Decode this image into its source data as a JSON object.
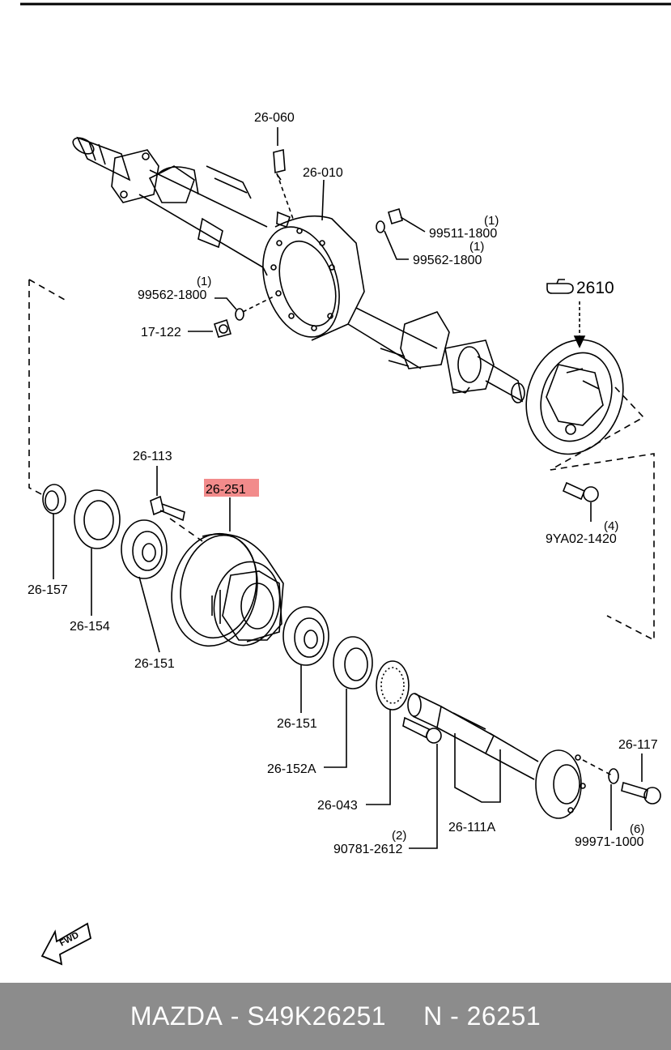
{
  "labels": {
    "p26_060": "26-060",
    "p26_010": "26-010",
    "p99511_1800": "99511-1800",
    "p99511_qty": "(1)",
    "p99562_1800_right": "99562-1800",
    "p99562_right_qty": "(1)",
    "p99562_1800_left": "99562-1800",
    "p99562_left_qty": "(1)",
    "p17_122": "17-122",
    "ref_2610": "2610",
    "p26_113": "26-113",
    "p26_251": "26-251",
    "p26_157": "26-157",
    "p26_154": "26-154",
    "p26_151_a": "26-151",
    "p26_151_b": "26-151",
    "p26_152A": "26-152A",
    "p26_043": "26-043",
    "p9YA02_1420": "9YA02-1420",
    "p9YA02_qty": "(4)",
    "p26_117": "26-117",
    "p99971_1000": "99971-1000",
    "p99971_qty": "(6)",
    "p26_111A": "26-111A",
    "p90781_2612": "90781-2612",
    "p90781_qty": "(2)",
    "fwd": "FWD"
  },
  "highlight_color": "#f28b8b",
  "footer": {
    "brand": "MAZDA",
    "dash1": "-",
    "part_number": "S49K26251",
    "prefix": "N",
    "dash2": "-",
    "ref": "26251"
  },
  "icons": [
    "hand-pointer-icon",
    "fwd-arrow-icon"
  ]
}
